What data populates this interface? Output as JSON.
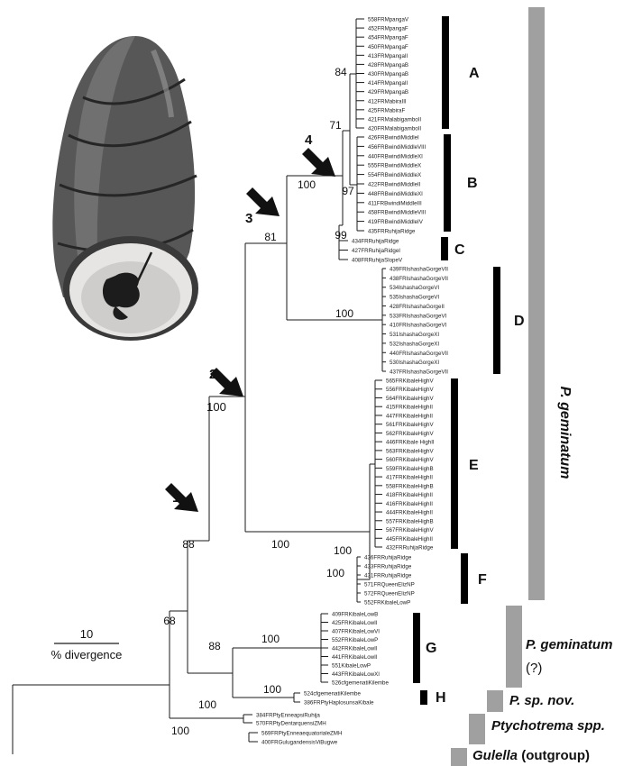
{
  "leaves": [
    "558FRMpangaV",
    "452FRMpangaF",
    "454FRMpangaF",
    "450FRMpangaF",
    "413FRMpangaII",
    "428FRMpangaB",
    "430FRMpangaB",
    "414FRMpangaII",
    "429FRMpangaB",
    "412FRMabiraIII",
    "425FRMabiraF",
    "421FRMalabigamboII",
    "420FRMalabigamboII",
    "426FRBwindiMiddleI",
    "456FRBwindiMiddleVIII",
    "440FRBwindiMiddleXI",
    "555FRBwindiMiddleX",
    "554FRBwindiMiddleX",
    "422FRBwindiMiddleII",
    "448FRBwindiMiddleXI",
    "411FRBwindiMiddleIII",
    "458FRBwindiMiddleVIII",
    "419FRBwindiMiddleIV",
    "435FRRuhijaRidge",
    "434FRRuhijaRidge",
    "427FRRuhijaRidgeI",
    "408FRRuhijaSlopeV",
    "439FRIshashaGorgeVII",
    "438FRIshashaGorgeVII",
    "534IshashaGorgeVI",
    "535IshashaGorgeVI",
    "428FRIshashaGorgeII",
    "533FRIshashaGorgeVI",
    "410FRIshashaGorgeVI",
    "531IshashaGorgeXI",
    "532IshashaGorgeXI",
    "440FRIshashaGorgeVII",
    "530IshashaGorgeXI",
    "437FRIshashaGorgeVII",
    "565FRKibaleHighV",
    "556FRKibaleHighV",
    "564FRKibaleHighV",
    "415FRKibaleHighII",
    "447FRKibaleHighII",
    "561FRKibaleHighV",
    "562FRKibaleHighV",
    "446FRKibale HighII",
    "563FRKibaleHighV",
    "560FRKibaleHighV",
    "559FRKibaleHighB",
    "417FRKibaleHighII",
    "558FRKibaleHighB",
    "418FRKibaleHighII",
    "416FRKibaleHighII",
    "444FRKibaleHighII",
    "557FRKibaleHighB",
    "567FRKibaleHighV",
    "445FRKibaleHighII",
    "432FRRuhijaRidge",
    "436FRRuhijaRidge",
    "433FRRuhijaRidge",
    "431FRRuhijaRidge",
    "571FRQueenElizNP",
    "572FRQueenElizNP",
    "552FRKibaleLowP",
    "409FRKibaleLowB",
    "425FRKibaleLowII",
    "407FRKibaleLowVI",
    "552FRKibaleLowP",
    "442FRKibaleLowII",
    "441FRKibaleLowII",
    "551KibaleLowP",
    "443FRKibaleLowXI",
    "526cfgemenatiKilembe",
    "524cfgemenatiKilembe",
    "386FRPtyHaplosunsaKibale",
    "384FRPtyEnneapsiRuhija",
    "570FRPtyDentarquensiZMH",
    "569FRPtyEnneaequatorialeZMH",
    "400FRGulugandensisViBugwe"
  ],
  "bootstrap": [
    "84",
    "71",
    "97",
    "99",
    "100",
    "81",
    "100",
    "100",
    "100",
    "100",
    "100",
    "88",
    "100",
    "100",
    "88",
    "68",
    "100",
    "100"
  ],
  "clades": [
    "A",
    "B",
    "C",
    "D",
    "E",
    "F",
    "G",
    "H"
  ],
  "nodes": [
    "1",
    "2",
    "3",
    "4"
  ],
  "taxa": {
    "p_geminatum": "P. geminatum",
    "p_geminatum_q": "P. geminatum",
    "question_mark": "(?)",
    "p_sp_nov": "P. sp. nov.",
    "ptychotrema": "Ptychotrema spp.",
    "gulella": "Gulella",
    "gulella_suffix": " (outgroup)"
  },
  "scale": {
    "value": "10",
    "unit": "% divergence"
  },
  "photo": {
    "subject": "snail-shell",
    "shell_color": "#5a5a5a",
    "aperture_color": "#d8d6d4",
    "body_color": "#1c1c1c"
  },
  "colors": {
    "line": "#1a1a1a",
    "clade_bar": "#000000",
    "taxon_bar": "#a0a0a0",
    "text": "#111111"
  }
}
